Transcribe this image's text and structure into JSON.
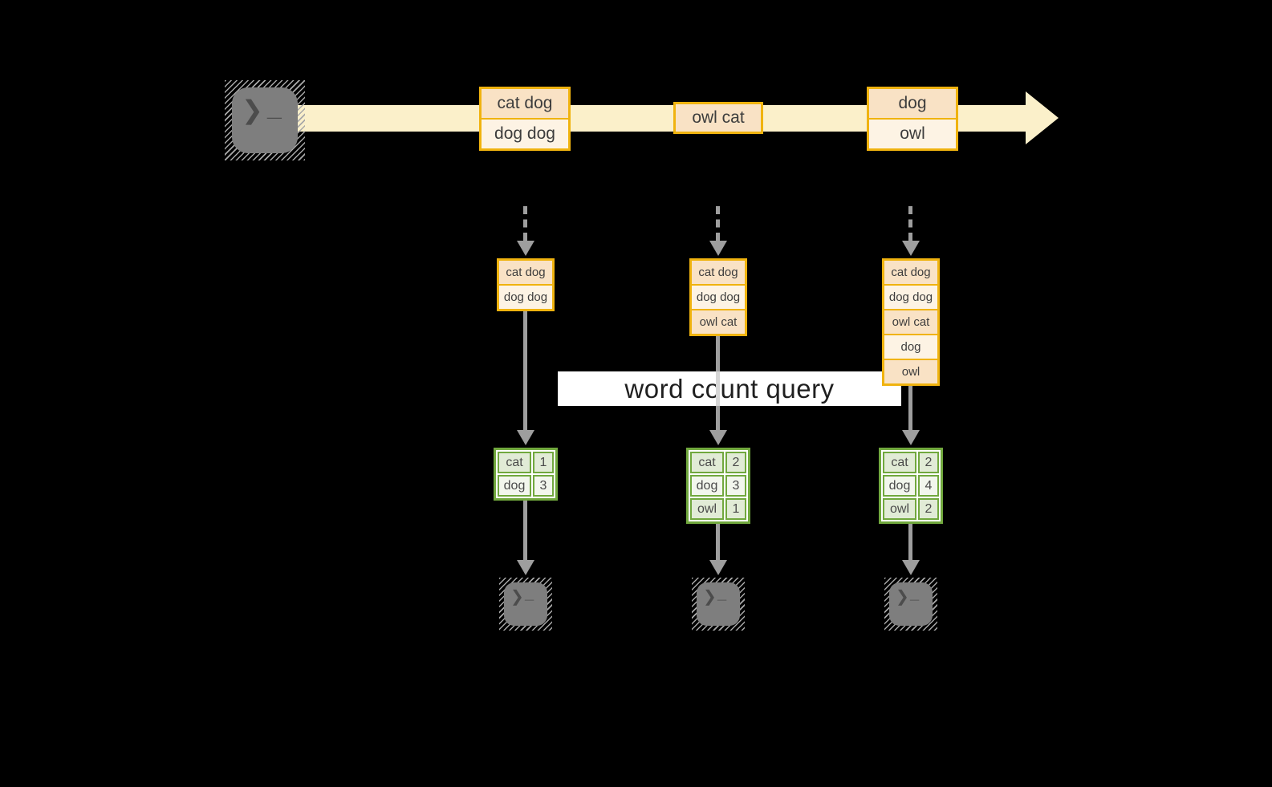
{
  "query": {
    "label": "word count query"
  },
  "terminal": {
    "chevron": "❯",
    "cursor": "_"
  },
  "stream": {
    "events": [
      {
        "lines": [
          "cat dog",
          "dog dog"
        ]
      },
      {
        "lines": [
          "owl cat"
        ]
      },
      {
        "lines": [
          "dog",
          "owl"
        ]
      }
    ]
  },
  "input_tables": [
    {
      "rows": [
        "cat dog",
        "dog dog"
      ]
    },
    {
      "rows": [
        "cat dog",
        "dog dog",
        "owl cat"
      ]
    },
    {
      "rows": [
        "cat dog",
        "dog dog",
        "owl cat",
        "dog",
        "owl"
      ]
    }
  ],
  "result_tables": [
    {
      "rows": [
        {
          "word": "cat",
          "count": "1"
        },
        {
          "word": "dog",
          "count": "3"
        }
      ]
    },
    {
      "rows": [
        {
          "word": "cat",
          "count": "2"
        },
        {
          "word": "dog",
          "count": "3"
        },
        {
          "word": "owl",
          "count": "1"
        }
      ]
    },
    {
      "rows": [
        {
          "word": "cat",
          "count": "2"
        },
        {
          "word": "dog",
          "count": "4"
        },
        {
          "word": "owl",
          "count": "2"
        }
      ]
    }
  ],
  "colors": {
    "background": "#000000",
    "stream_band": "#FBF0CA",
    "gold_border": "#F0B30F",
    "peach_fill": "#F9E2C5",
    "cream_fill": "#FDF3E4",
    "green_border": "#71A83E",
    "green_fill_dark": "#E1EBD6",
    "green_fill_light": "#F2F6ED",
    "arrow_gray": "#9E9E9E",
    "terminal_gray": "#7E7E7E",
    "banner_bg": "#FFFFFF",
    "text_dark": "#3D3D3D"
  }
}
